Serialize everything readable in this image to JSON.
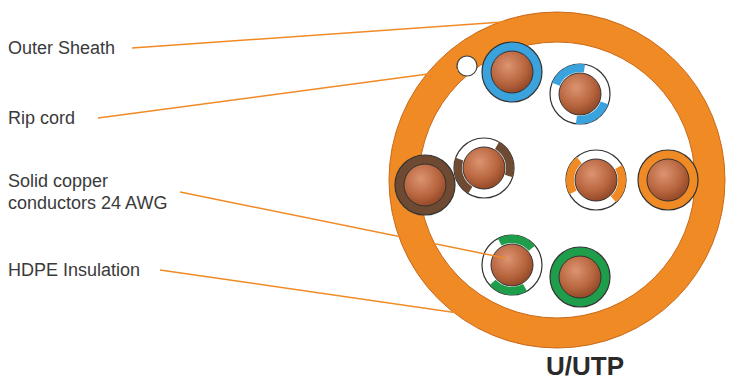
{
  "diagram": {
    "labels": [
      "Outer Sheath",
      "Rip cord",
      "Solid copper conductors 24 AWG",
      "HDPE Insulation",
      "U/UTP"
    ]
  }
}
